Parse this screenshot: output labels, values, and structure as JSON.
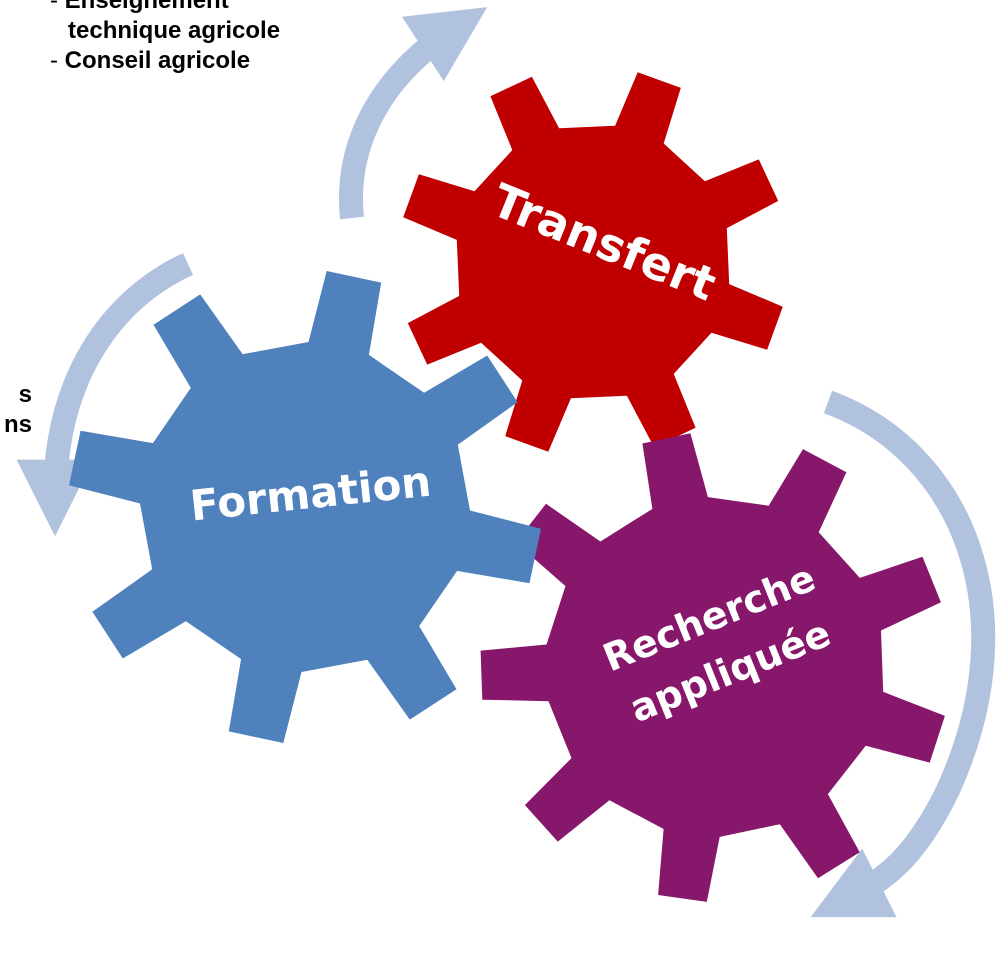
{
  "gears": [
    {
      "id": "transfert",
      "label": "Transfert",
      "color": "#c00000"
    },
    {
      "id": "formation",
      "label": "Formation",
      "color": "#4f81bd"
    },
    {
      "id": "recherche",
      "label_line1": "Recherche",
      "label_line2": "appliquée",
      "color": "#86176b"
    }
  ],
  "arrow_color": "#b0c2dd",
  "notes": {
    "transfer_lines": [
      "Enseignement",
      "technique agricole",
      "Conseil agricole"
    ],
    "left_partial": [
      "s",
      "ns"
    ]
  }
}
